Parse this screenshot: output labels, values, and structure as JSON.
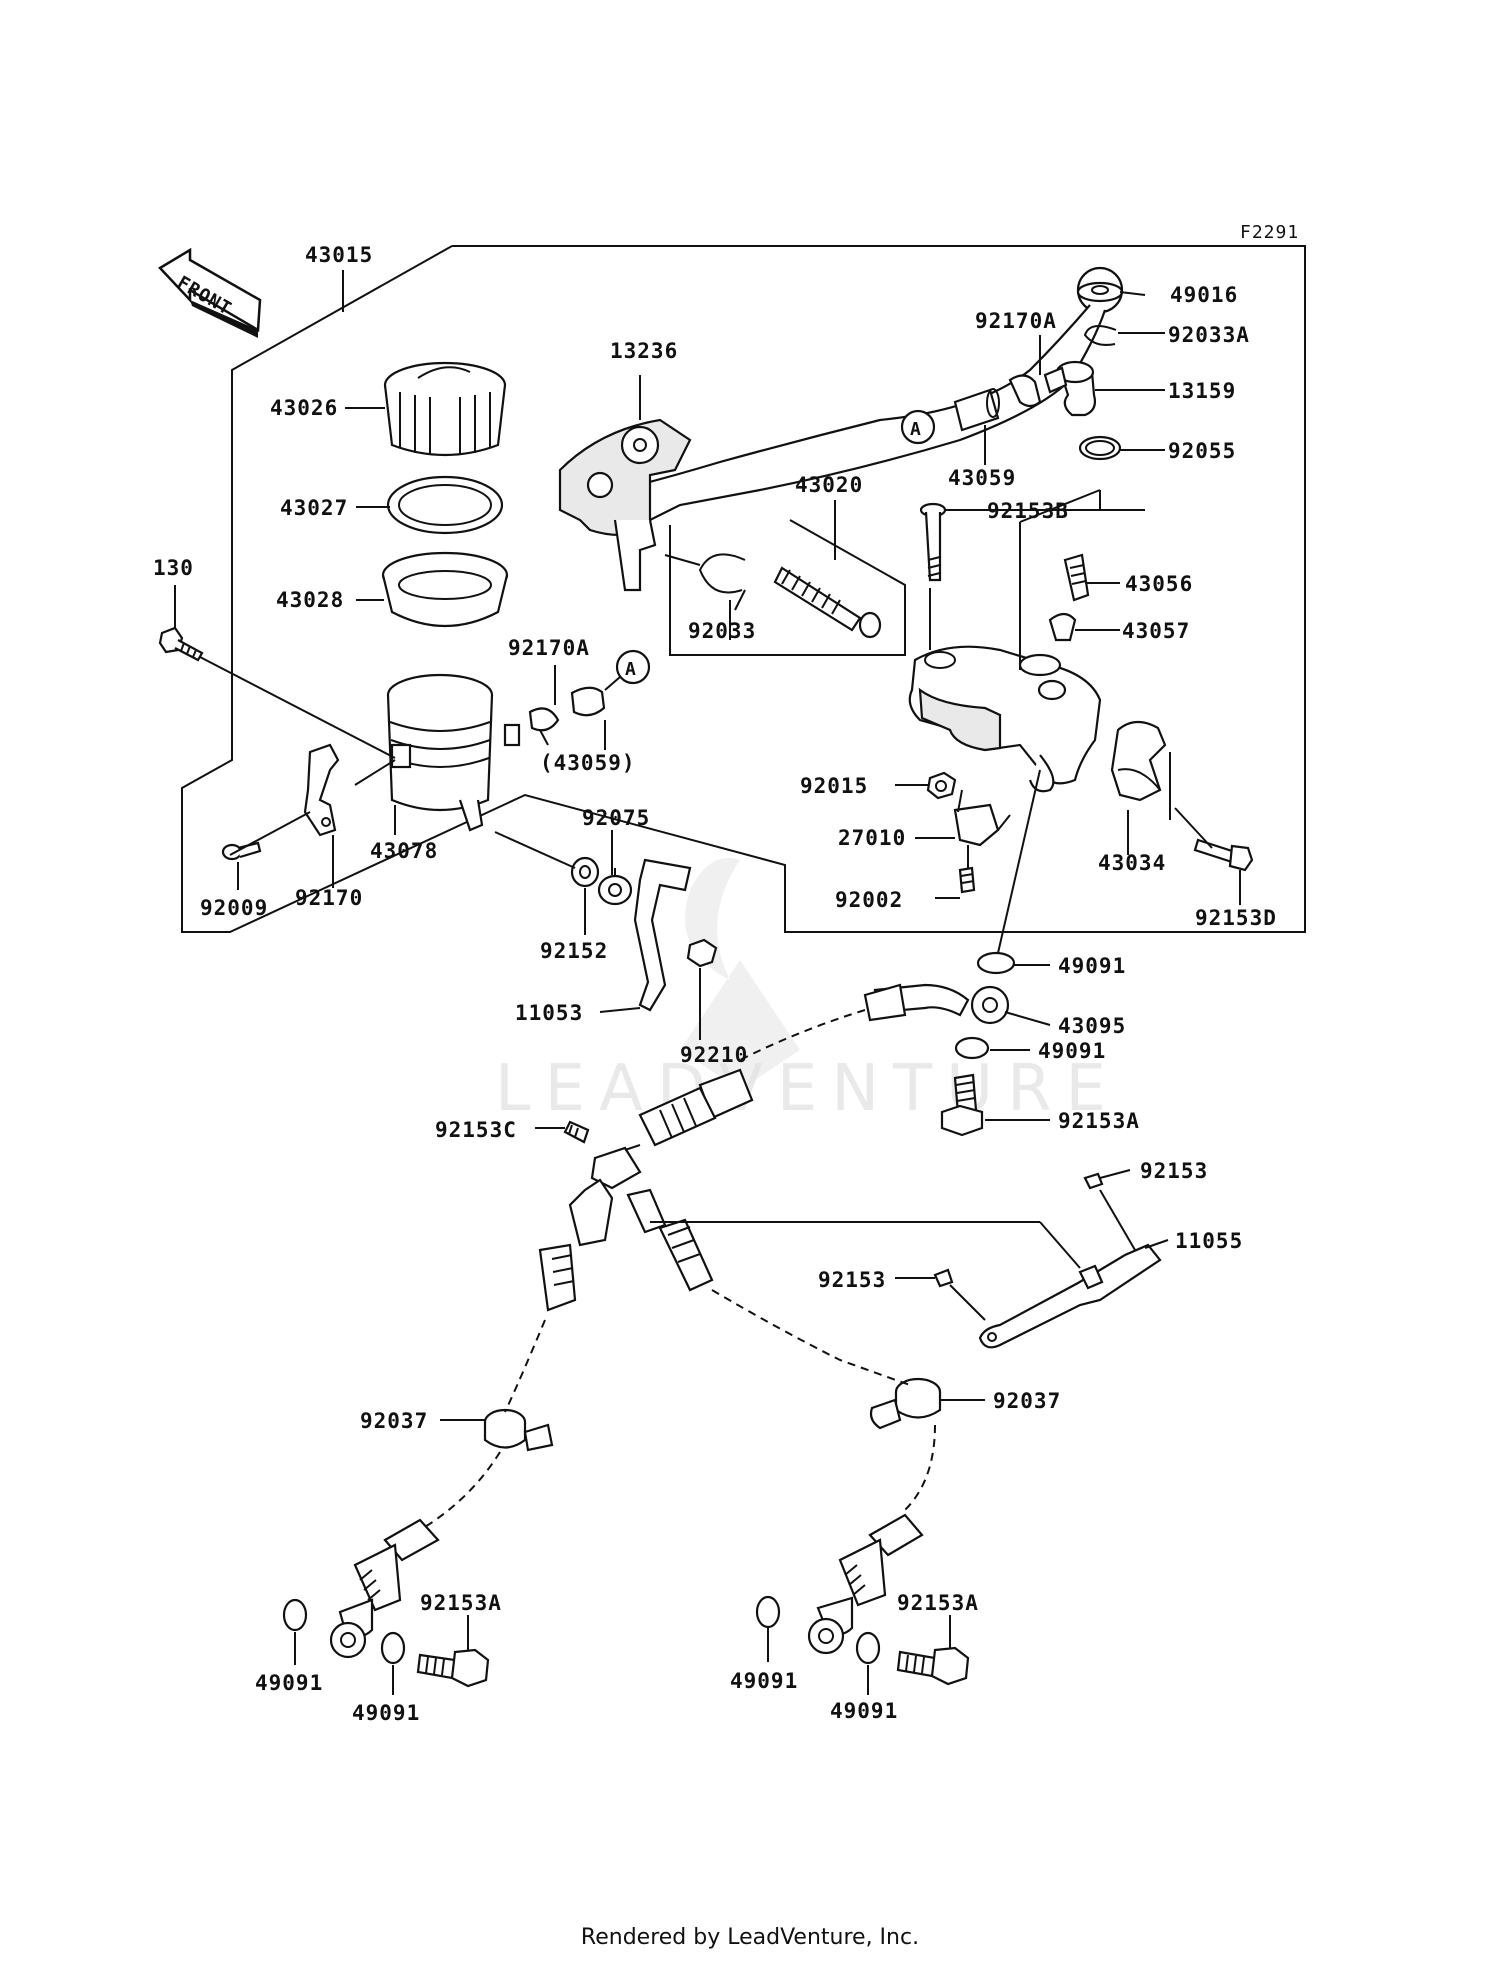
{
  "figure_code": "F2291",
  "front_label": "FRONT",
  "callout_a": "A",
  "watermark": "LEADVENTURE",
  "footer": "Rendered by LeadVenture, Inc.",
  "labels": {
    "l43015": "43015",
    "l43026": "43026",
    "l43027": "43027",
    "l43028": "43028",
    "l130": "130",
    "l92170A_left": "92170A",
    "l43059_paren": "(43059)",
    "l43078": "43078",
    "l92009": "92009",
    "l92170": "92170",
    "l13236": "13236",
    "l43020": "43020",
    "l92033": "92033",
    "l92075": "92075",
    "l92152": "92152",
    "l11053": "11053",
    "l92210": "92210",
    "l49016": "49016",
    "l92170A_right": "92170A",
    "l92033A": "92033A",
    "l13159": "13159",
    "l43059": "43059",
    "l92055": "92055",
    "l92153B": "92153B",
    "l43056": "43056",
    "l43057": "43057",
    "l92015": "92015",
    "l27010": "27010",
    "l92002": "92002",
    "l43034": "43034",
    "l92153D": "92153D",
    "l49091_top": "49091",
    "l43095": "43095",
    "l49091_top2": "49091",
    "l92153A_top": "92153A",
    "l92153C": "92153C",
    "l92153_a": "92153",
    "l11055": "11055",
    "l92153_b": "92153",
    "l92037_left": "92037",
    "l92037_right": "92037",
    "l92153A_bl": "92153A",
    "l92153A_br": "92153A",
    "l49091_bl1": "49091",
    "l49091_bl2": "49091",
    "l49091_br1": "49091",
    "l49091_br2": "49091"
  }
}
